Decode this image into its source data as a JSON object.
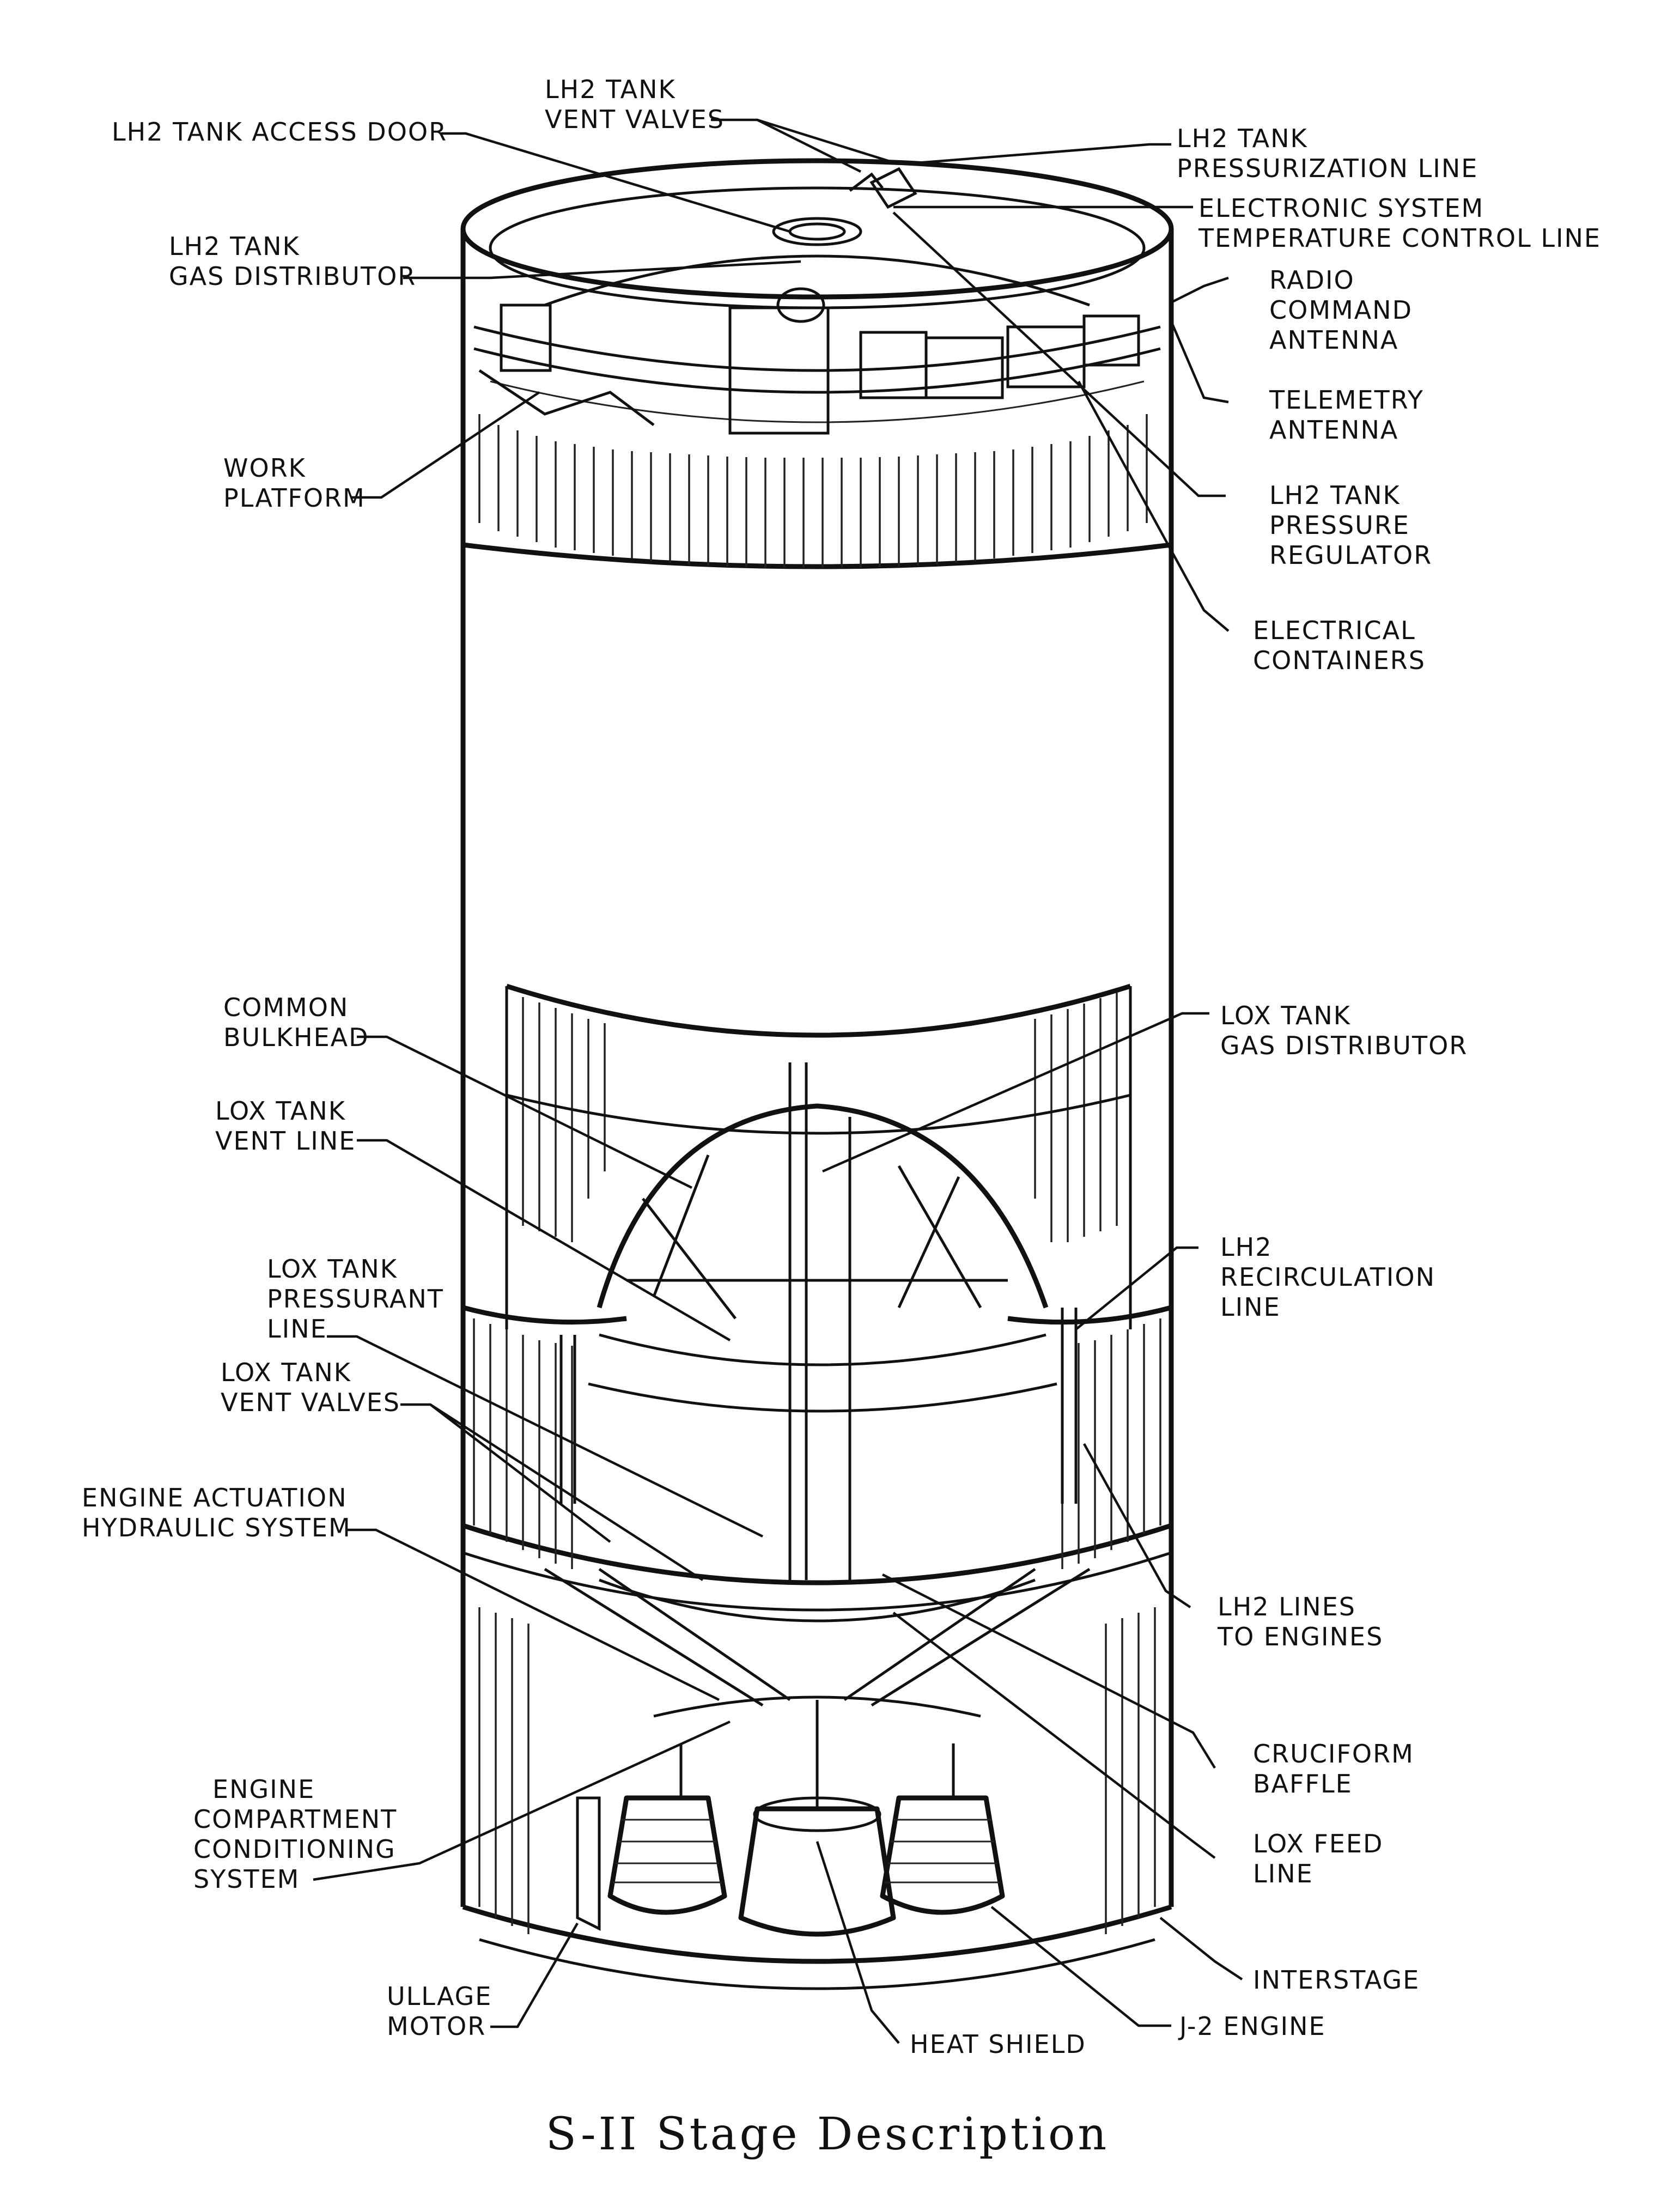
{
  "title": "S-II Stage Description",
  "labels": {
    "lh2_tank_access_door": "LH2 TANK ACCESS DOOR",
    "lh2_tank_vent_valves": [
      "LH2 TANK",
      "VENT VALVES"
    ],
    "lh2_tank_pressurization_line": [
      "LH2 TANK",
      "PRESSURIZATION LINE"
    ],
    "electronic_system_temperature_control_line": [
      "ELECTRONIC SYSTEM",
      "TEMPERATURE CONTROL LINE"
    ],
    "radio_command_antenna": [
      "RADIO",
      "COMMAND",
      "ANTENNA"
    ],
    "lh2_tank_gas_distributor": [
      "LH2 TANK",
      "GAS DISTRIBUTOR"
    ],
    "telemetry_antenna": [
      "TELEMETRY",
      "ANTENNA"
    ],
    "work_platform": [
      "WORK",
      "PLATFORM"
    ],
    "lh2_tank_pressure_regulator": [
      "LH2 TANK",
      "PRESSURE",
      "REGULATOR"
    ],
    "electrical_containers": [
      "ELECTRICAL",
      "CONTAINERS"
    ],
    "common_bulkhead": [
      "COMMON",
      "BULKHEAD"
    ],
    "lox_tank_gas_distributor": [
      "LOX TANK",
      "GAS DISTRIBUTOR"
    ],
    "lox_tank_vent_line": [
      "LOX TANK",
      "VENT LINE"
    ],
    "lh2_recirculation_line": [
      "LH2",
      "RECIRCULATION",
      "LINE"
    ],
    "lox_tank_pressurant_line": [
      "LOX TANK",
      "PRESSURANT",
      "LINE"
    ],
    "lox_tank_vent_valves": [
      "LOX TANK",
      "VENT VALVES"
    ],
    "engine_actuation_hydraulic_system": [
      "ENGINE ACTUATION",
      "HYDRAULIC SYSTEM"
    ],
    "lh2_lines_to_engines": [
      "LH2 LINES",
      "TO ENGINES"
    ],
    "cruciform_baffle": [
      "CRUCIFORM",
      "BAFFLE"
    ],
    "engine_compartment_conditioning_system": [
      "ENGINE",
      "COMPARTMENT",
      "CONDITIONING",
      "SYSTEM"
    ],
    "lox_feed_line": [
      "LOX FEED",
      "LINE"
    ],
    "interstage": "INTERSTAGE",
    "ullage_motor": [
      "ULLAGE",
      "MOTOR"
    ],
    "j2_engine": "J-2 ENGINE",
    "heat_shield": "HEAT SHIELD"
  },
  "icons": [
    "s-ii-stage-cutaway-illustration"
  ]
}
